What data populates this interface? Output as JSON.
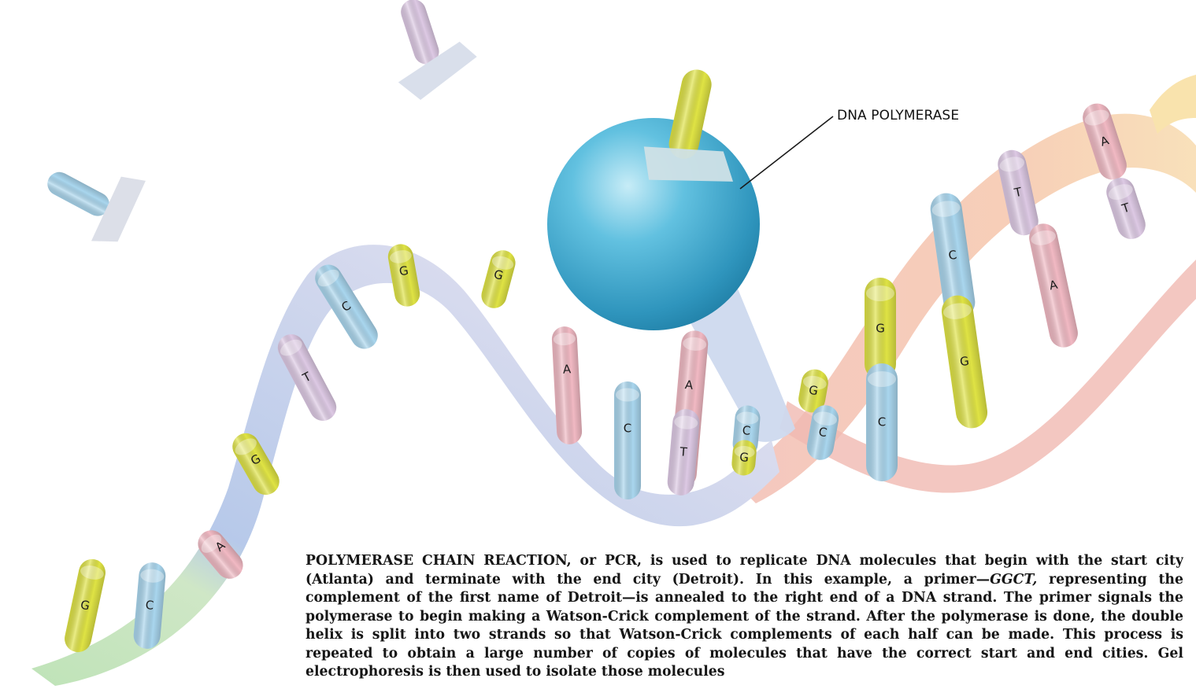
{
  "pointer_label": "DNA POLYMERASE",
  "caption": {
    "lead": "POLYMERASE CHAIN REACTION, or PCR, is used to replicate DNA molecules that begin with the start city (Atlanta) and terminate with the end city (Detroit). In this example, a primer—",
    "emphasis": "GGCT,",
    "rest": " representing the complement of the first name of Detroit—is annealed to the right end of a DNA strand. The primer signals the polymerase to begin making a Watson-Crick complement of the strand. After the polymerase is done, the double helix is split into two strands so that Watson-Crick complements of each half can be made. This process is repeated to obtain a large number of copies of molecules that have the correct start and end cities. Gel electrophoresis is then used to isolate those molecules"
  },
  "colors": {
    "A": "#f1b9c3",
    "T": "#ddc9e4",
    "C": "#a9d6ee",
    "G": "#dfe344",
    "polymerase": "#4bb3d6"
  },
  "bases": [
    {
      "letter": "G"
    },
    {
      "letter": "C"
    },
    {
      "letter": "A"
    },
    {
      "letter": "G"
    },
    {
      "letter": "T"
    },
    {
      "letter": "C"
    },
    {
      "letter": "G"
    },
    {
      "letter": "G"
    },
    {
      "letter": "A"
    },
    {
      "letter": "C"
    },
    {
      "letter": "A"
    },
    {
      "letter": "T"
    },
    {
      "letter": "C"
    },
    {
      "letter": "G"
    },
    {
      "letter": "G"
    },
    {
      "letter": "C"
    },
    {
      "letter": "G"
    },
    {
      "letter": "C"
    },
    {
      "letter": "C"
    },
    {
      "letter": "G"
    },
    {
      "letter": "T"
    },
    {
      "letter": "A"
    },
    {
      "letter": "A"
    },
    {
      "letter": "T"
    }
  ]
}
